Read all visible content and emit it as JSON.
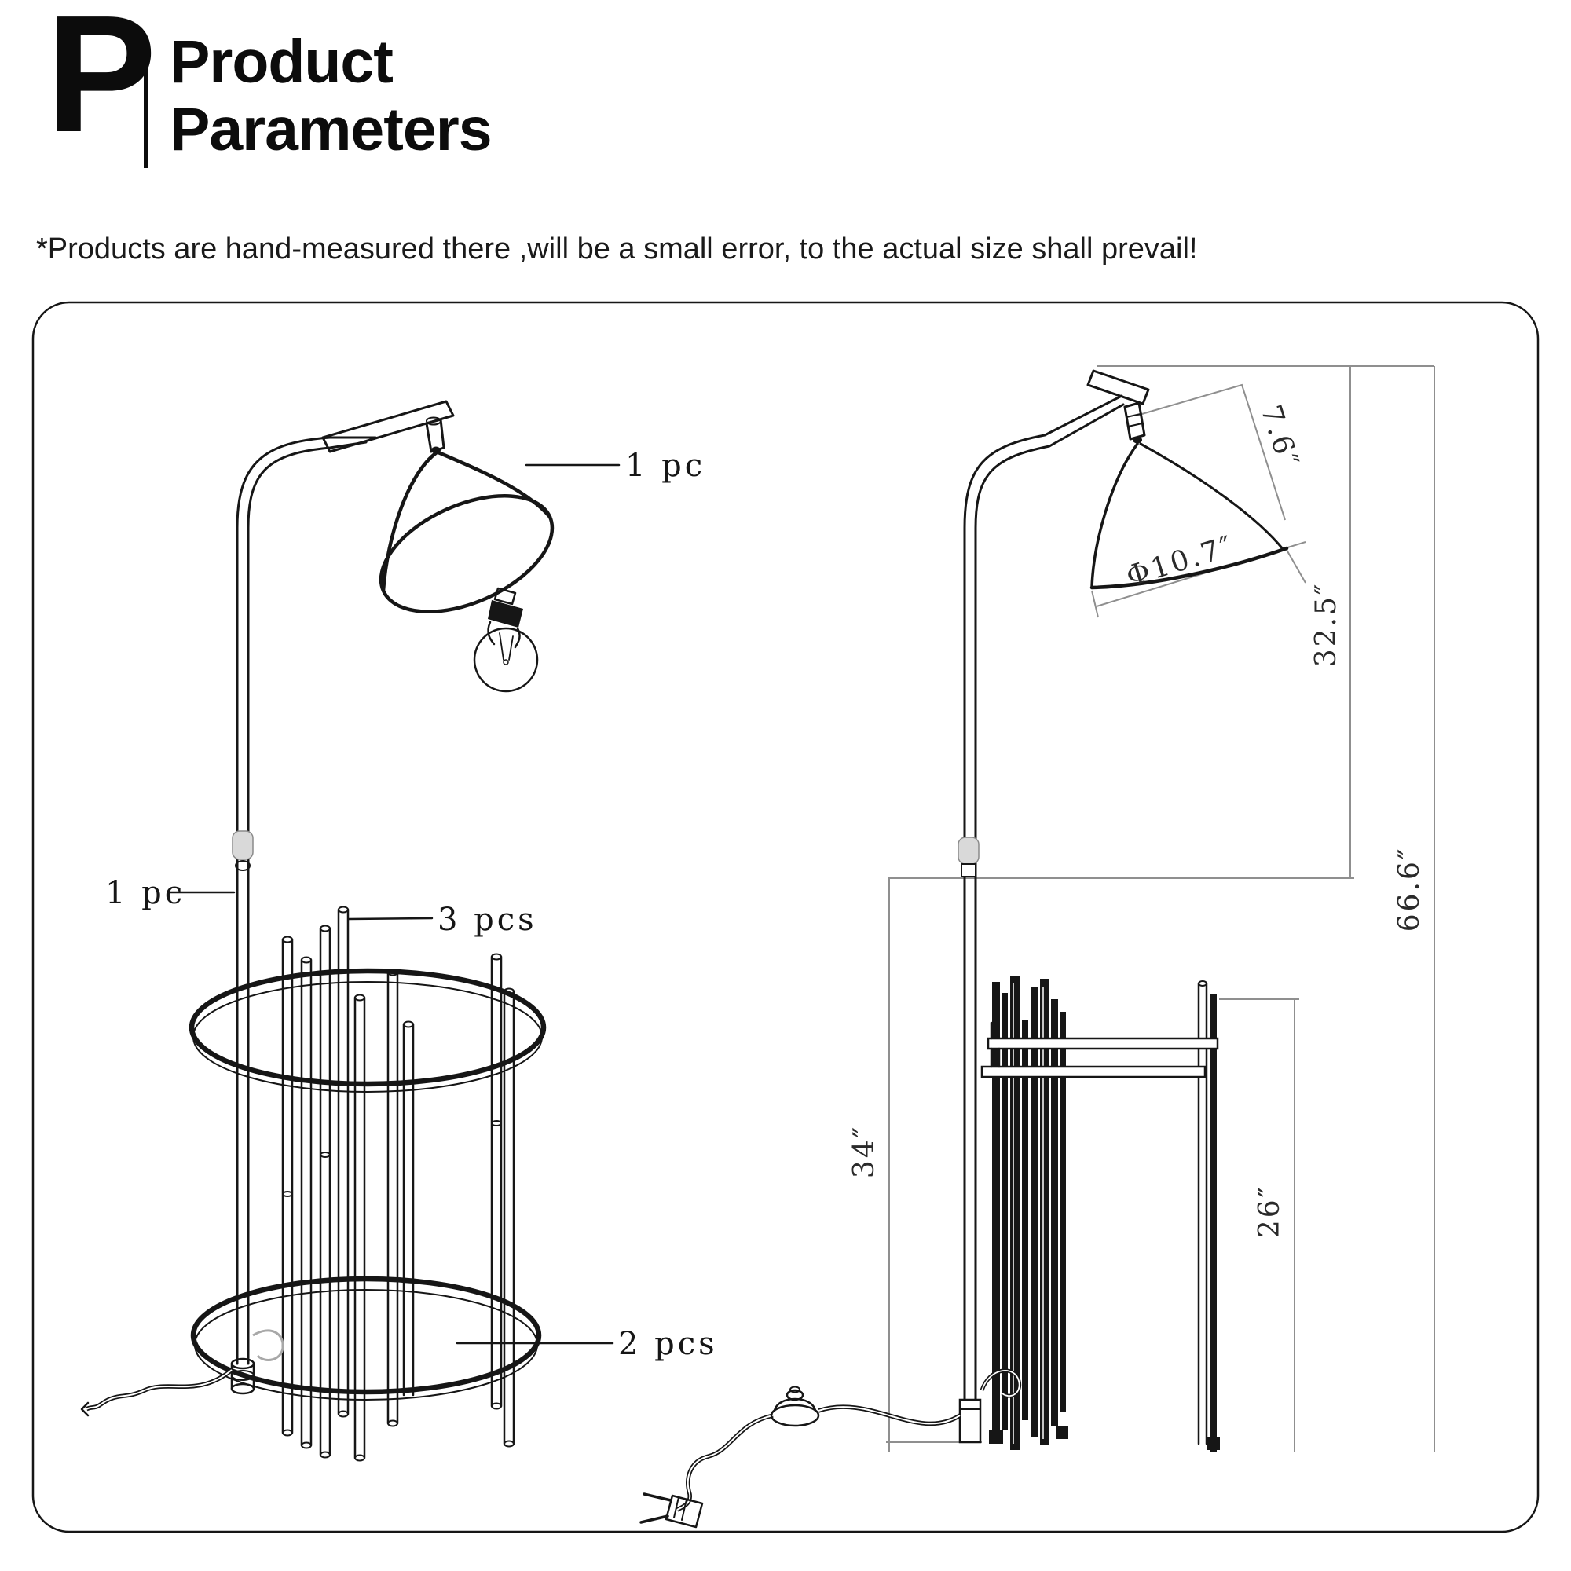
{
  "header": {
    "logo_letter": "P",
    "title_line1": "Product",
    "title_line2": "Parameters"
  },
  "disclaimer": "*Products are hand-measured there ,will be a small error, to the actual size shall prevail!",
  "diagram": {
    "front_view": {
      "shade_qty": "1 pc",
      "pole_qty": "1 pc",
      "rods_qty": "3 pcs",
      "shelves_qty": "2 pcs"
    },
    "side_view": {
      "shade_height": "7.6″",
      "shade_diameter": "Φ10.7″",
      "upper_section_height": "32.5″",
      "total_height": "66.6″",
      "table_total_height": "34″",
      "shelf_top_height": "26″"
    },
    "colors": {
      "line": "#161616",
      "dimension_line": "#8f8f8f",
      "background": "#ffffff"
    }
  }
}
